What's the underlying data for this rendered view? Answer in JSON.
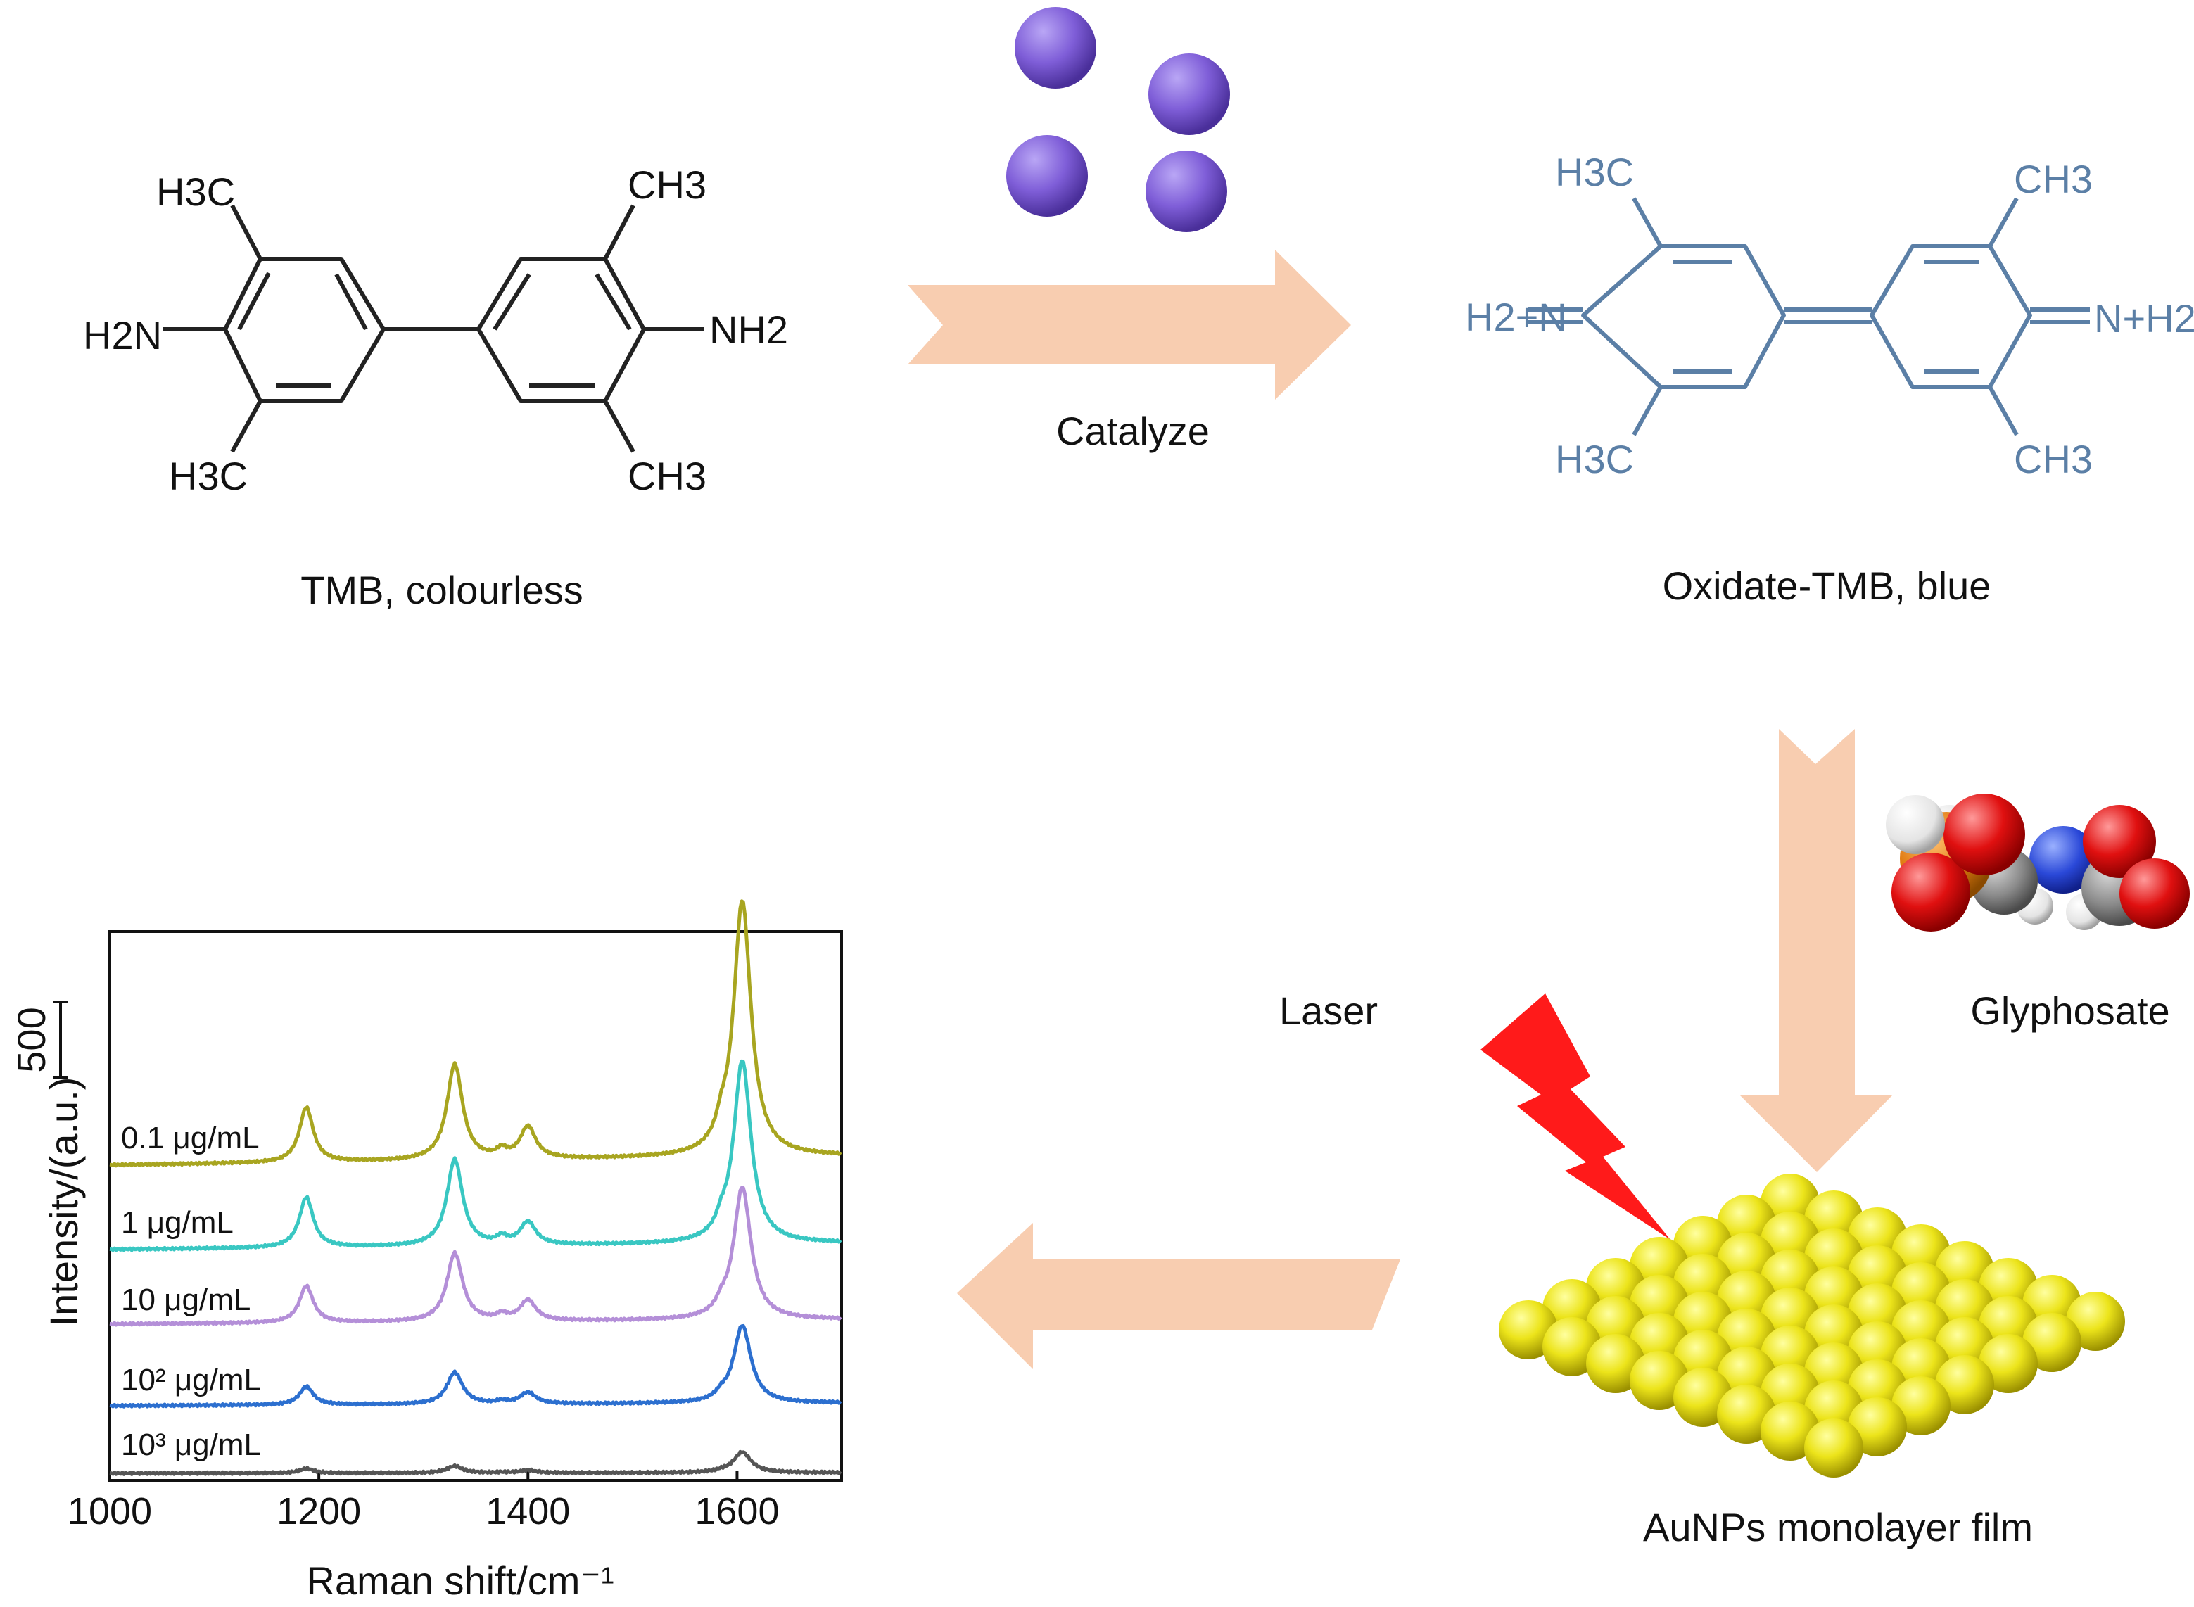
{
  "tmb": {
    "caption": "TMB, colourless",
    "groups": [
      "H3C",
      "CH3",
      "H2N",
      "NH2",
      "H3C",
      "CH3"
    ]
  },
  "oxtmb": {
    "caption": "Oxidate-TMB, blue",
    "groups": [
      "H3C",
      "CH3",
      "H2+N",
      "N+H2",
      "H3C",
      "CH3"
    ]
  },
  "steps": {
    "catalyze": "Catalyze",
    "glyphosate": "Glyphosate",
    "laser": "Laser",
    "film": "AuNPs monolayer film"
  },
  "chart_data": {
    "type": "line",
    "xlabel": "Raman shift/cm⁻¹",
    "ylabel": "Intensity/(a.u.)",
    "scale_bar": "500",
    "xlim": [
      1000,
      1700
    ],
    "xticks": [
      1000,
      1200,
      1400,
      1600
    ],
    "peaks": [
      1188,
      1330,
      1400,
      1605
    ],
    "series": [
      {
        "name": "0.1 μg/mL",
        "color": "#a8a520",
        "peak_heights": [
          120,
          210,
          70,
          560
        ]
      },
      {
        "name": "1 μg/mL",
        "color": "#39c7c2",
        "peak_heights": [
          110,
          190,
          50,
          400
        ]
      },
      {
        "name": "10 μg/mL",
        "color": "#b48fd8",
        "peak_heights": [
          80,
          150,
          45,
          290
        ]
      },
      {
        "name": "10² μg/mL",
        "color": "#2c6fcf",
        "peak_heights": [
          40,
          70,
          25,
          170
        ]
      },
      {
        "name": "10³ μg/mL",
        "color": "#555555",
        "peak_heights": [
          10,
          15,
          6,
          45
        ]
      }
    ]
  },
  "colors": {
    "arrow": "#f8cdb0",
    "particle": "#8a6ae0",
    "gold": "#e8e010",
    "laser": "#ff1a1a",
    "blue_structure": "#5b7fa6"
  }
}
